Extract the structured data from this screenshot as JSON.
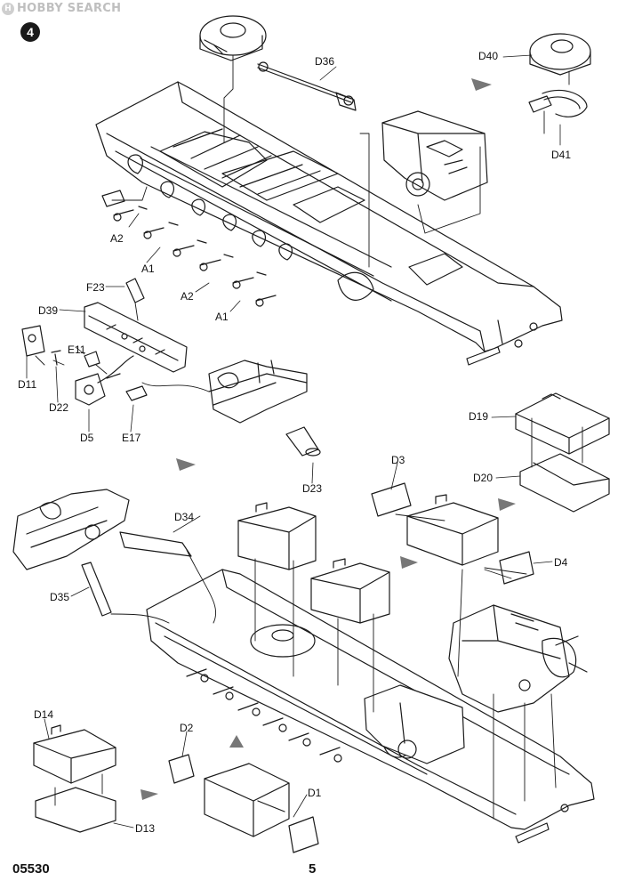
{
  "watermark": {
    "text": "HOBBY SEARCH",
    "logo_letter": "H"
  },
  "step_number": "4",
  "product_code": "05530",
  "page_number": "5",
  "parts": {
    "D36": "D36",
    "D40": "D40",
    "D41": "D41",
    "A2_top": "A2",
    "A1_top": "A1",
    "A2_mid": "A2",
    "A1_mid": "A1",
    "F23": "F23",
    "D39": "D39",
    "E11": "E11",
    "D11": "D11",
    "D22": "D22",
    "D5": "D5",
    "E17": "E17",
    "D23": "D23",
    "D19": "D19",
    "D20": "D20",
    "D3": "D3",
    "D4": "D4",
    "D34": "D34",
    "D35": "D35",
    "D14": "D14",
    "D13": "D13",
    "D2": "D2",
    "D1": "D1"
  }
}
